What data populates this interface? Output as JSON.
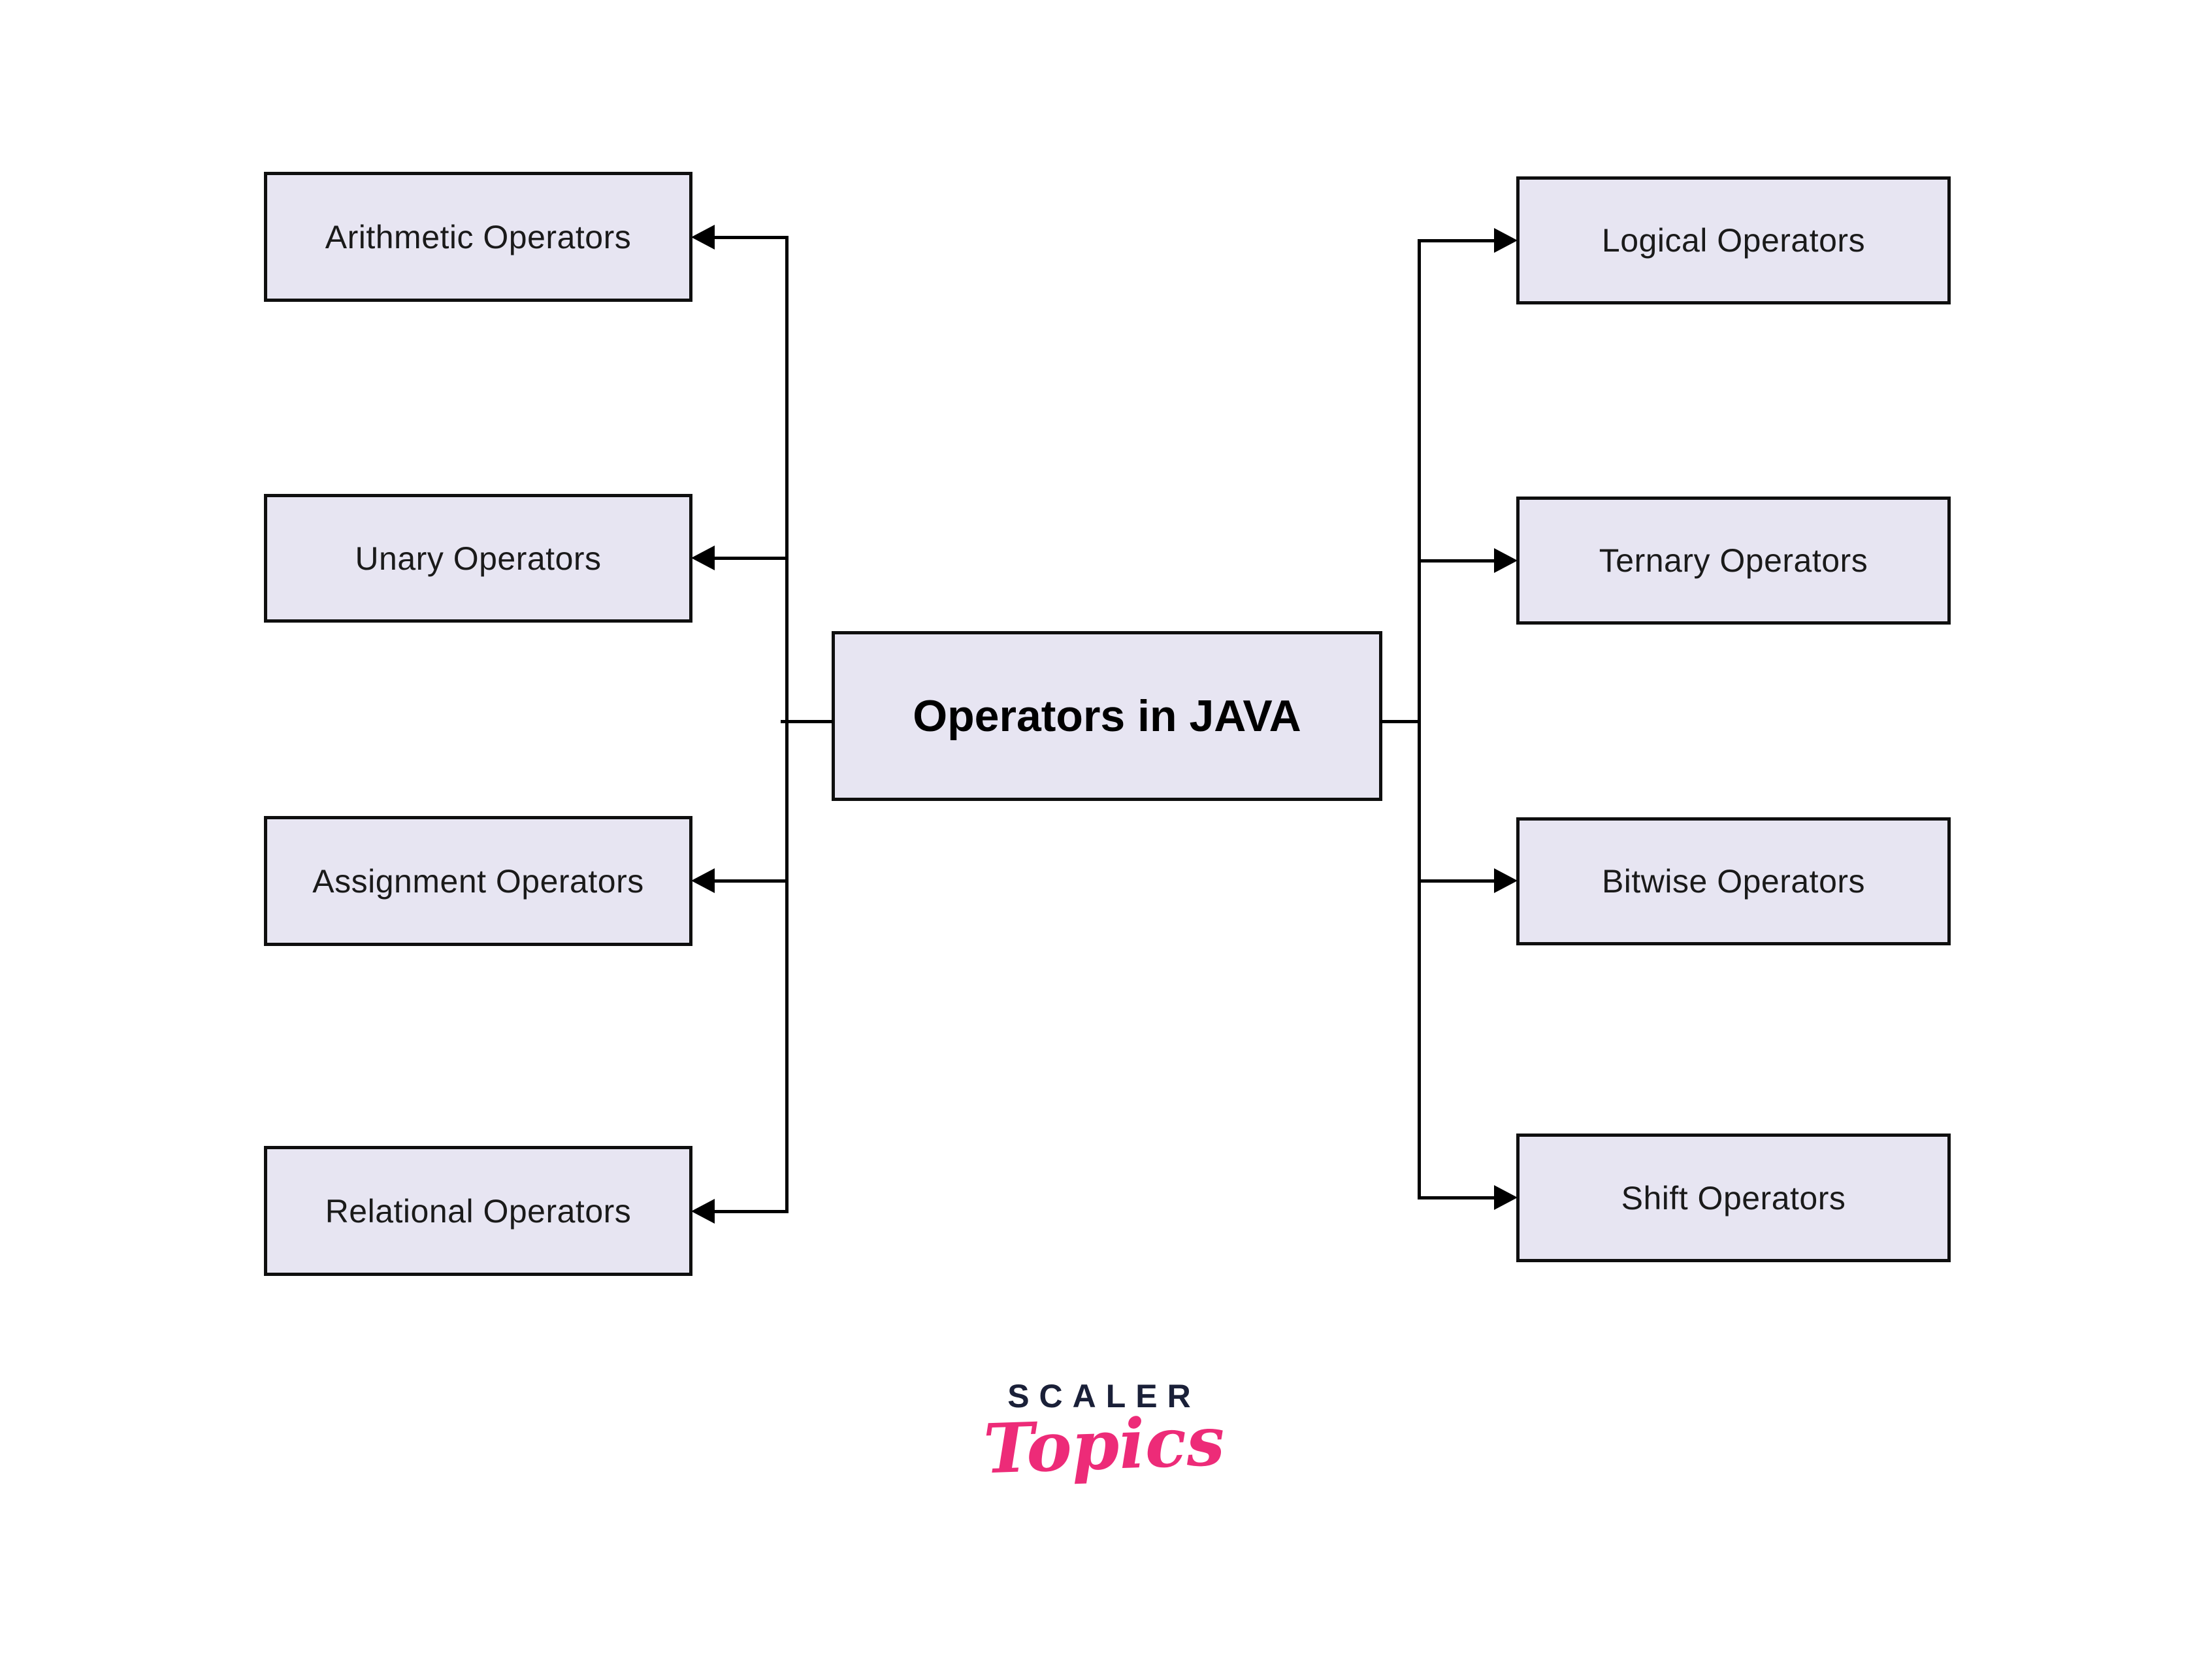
{
  "diagram": {
    "center": {
      "label": "Operators in JAVA"
    },
    "left_boxes": [
      {
        "label": "Arithmetic Operators"
      },
      {
        "label": "Unary Operators"
      },
      {
        "label": "Assignment Operators"
      },
      {
        "label": "Relational Operators"
      }
    ],
    "right_boxes": [
      {
        "label": "Logical Operators"
      },
      {
        "label": "Ternary Operators"
      },
      {
        "label": "Bitwise Operators"
      },
      {
        "label": "Shift Operators"
      }
    ]
  },
  "logo": {
    "primary": "SCALER",
    "secondary": "Topics"
  },
  "colors": {
    "box_fill": "#e7e5f2",
    "box_border": "#0f0f0f",
    "line": "#000000",
    "logo_navy": "#1a2038",
    "logo_pink": "#ed2b78"
  }
}
